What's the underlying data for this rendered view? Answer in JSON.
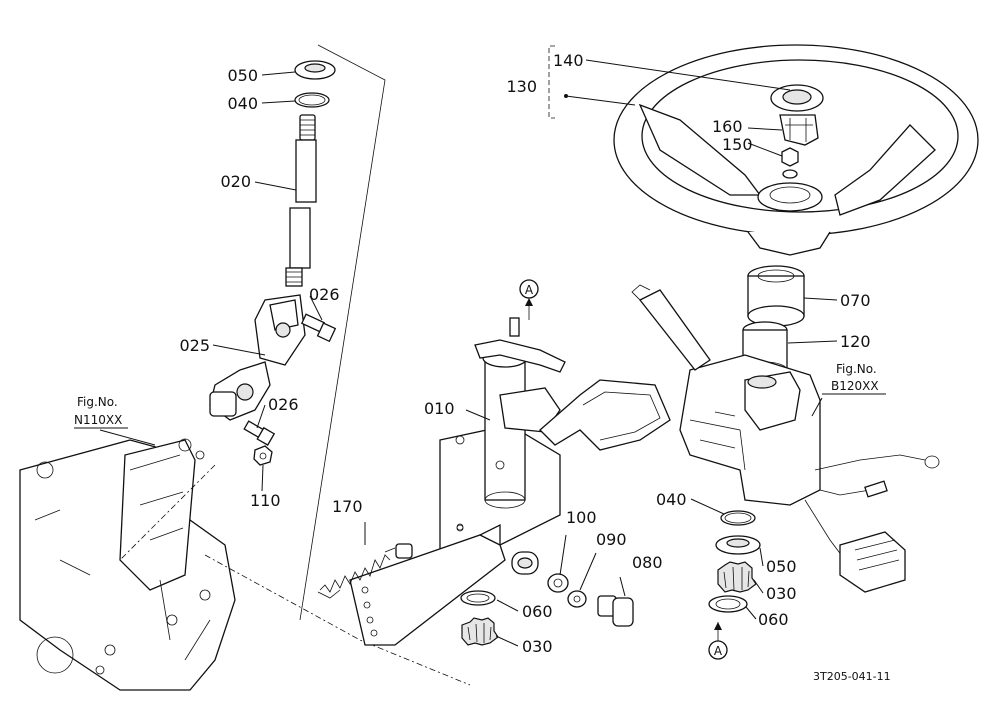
{
  "callouts": {
    "c050a": "050",
    "c040a": "040",
    "c020": "020",
    "c026a": "026",
    "c025": "025",
    "c026b": "026",
    "c110": "110",
    "c010": "010",
    "c170": "170",
    "c100": "100",
    "c090": "090",
    "c080": "080",
    "c060a": "060",
    "c030a": "030",
    "c140": "140",
    "c130": "130",
    "c160": "160",
    "c150": "150",
    "c070": "070",
    "c120": "120",
    "c040b": "040",
    "c050b": "050",
    "c030b": "030",
    "c060b": "060"
  },
  "markers": {
    "top": "A",
    "bottom": "A"
  },
  "fig_refs": {
    "n110_line1": "Fig.No.",
    "n110_line2": "N110XX",
    "b120_line1": "Fig.No.",
    "b120_line2": "B120XX"
  },
  "drawing_code": "3T205-041-11"
}
